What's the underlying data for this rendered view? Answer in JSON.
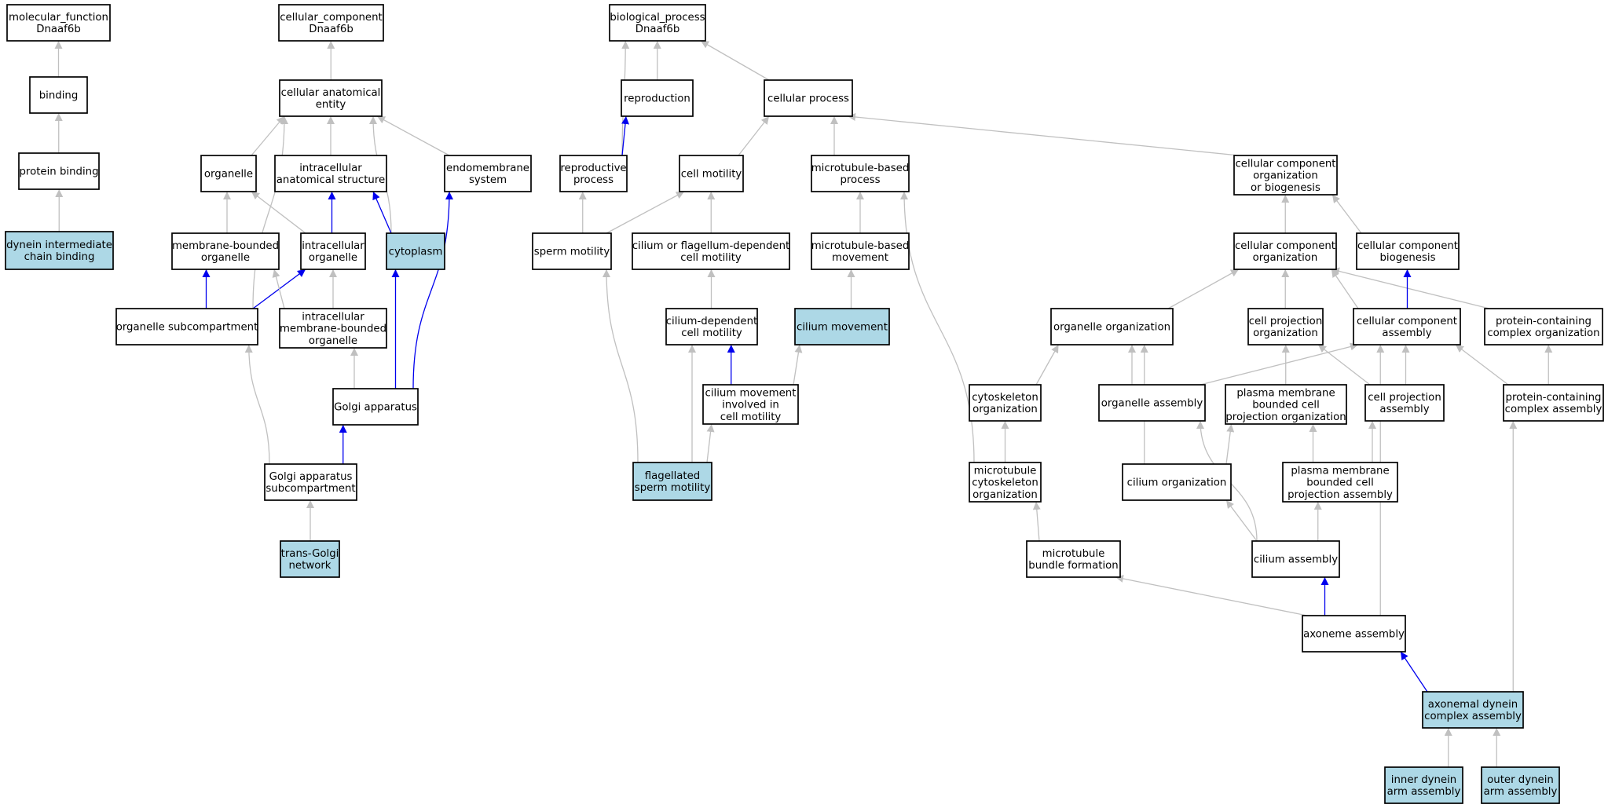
{
  "colors": {
    "highlight_fill": "#add8e6",
    "node_fill": "#ffffff",
    "edge_gray": "#c0c0c0",
    "edge_blue": "#0000ee"
  },
  "nodes": [
    {
      "id": "mf",
      "lines": [
        "molecular_function",
        "Dnaaf6b"
      ],
      "highlight": false
    },
    {
      "id": "binding",
      "lines": [
        "binding"
      ],
      "highlight": false
    },
    {
      "id": "protein_binding",
      "lines": [
        "protein binding"
      ],
      "highlight": false
    },
    {
      "id": "dynein_icb",
      "lines": [
        "dynein intermediate",
        "chain binding"
      ],
      "highlight": true
    },
    {
      "id": "cc",
      "lines": [
        "cellular_component",
        "Dnaaf6b"
      ],
      "highlight": false
    },
    {
      "id": "cae",
      "lines": [
        "cellular anatomical",
        "entity"
      ],
      "highlight": false
    },
    {
      "id": "organelle",
      "lines": [
        "organelle"
      ],
      "highlight": false
    },
    {
      "id": "ias",
      "lines": [
        "intracellular",
        "anatomical structure"
      ],
      "highlight": false
    },
    {
      "id": "endomembrane",
      "lines": [
        "endomembrane",
        "system"
      ],
      "highlight": false
    },
    {
      "id": "mbo",
      "lines": [
        "membrane-bounded",
        "organelle"
      ],
      "highlight": false
    },
    {
      "id": "io",
      "lines": [
        "intracellular",
        "organelle"
      ],
      "highlight": false
    },
    {
      "id": "cytoplasm",
      "lines": [
        "cytoplasm"
      ],
      "highlight": true
    },
    {
      "id": "osc",
      "lines": [
        "organelle subcompartment"
      ],
      "highlight": false
    },
    {
      "id": "imbo",
      "lines": [
        "intracellular",
        "membrane-bounded",
        "organelle"
      ],
      "highlight": false
    },
    {
      "id": "golgi",
      "lines": [
        "Golgi apparatus"
      ],
      "highlight": false
    },
    {
      "id": "golgi_sub",
      "lines": [
        "Golgi apparatus",
        "subcompartment"
      ],
      "highlight": false
    },
    {
      "id": "tgn",
      "lines": [
        "trans-Golgi",
        "network"
      ],
      "highlight": true
    },
    {
      "id": "bp",
      "lines": [
        "biological_process",
        "Dnaaf6b"
      ],
      "highlight": false
    },
    {
      "id": "reproduction",
      "lines": [
        "reproduction"
      ],
      "highlight": false
    },
    {
      "id": "cellular_process",
      "lines": [
        "cellular process"
      ],
      "highlight": false
    },
    {
      "id": "repro_process",
      "lines": [
        "reproductive",
        "process"
      ],
      "highlight": false
    },
    {
      "id": "cell_motility",
      "lines": [
        "cell motility"
      ],
      "highlight": false
    },
    {
      "id": "mt_process",
      "lines": [
        "microtubule-based",
        "process"
      ],
      "highlight": false
    },
    {
      "id": "cc_org_bio",
      "lines": [
        "cellular component",
        "organization",
        "or biogenesis"
      ],
      "highlight": false
    },
    {
      "id": "sperm_motility",
      "lines": [
        "sperm motility"
      ],
      "highlight": false
    },
    {
      "id": "cilium_flag_motility",
      "lines": [
        "cilium or flagellum-dependent",
        "cell motility"
      ],
      "highlight": false
    },
    {
      "id": "mt_movement",
      "lines": [
        "microtubule-based",
        "movement"
      ],
      "highlight": false
    },
    {
      "id": "cc_org",
      "lines": [
        "cellular component",
        "organization"
      ],
      "highlight": false
    },
    {
      "id": "cc_bio",
      "lines": [
        "cellular component",
        "biogenesis"
      ],
      "highlight": false
    },
    {
      "id": "cilium_dep_motility",
      "lines": [
        "cilium-dependent",
        "cell motility"
      ],
      "highlight": false
    },
    {
      "id": "cilium_movement",
      "lines": [
        "cilium movement"
      ],
      "highlight": true
    },
    {
      "id": "organelle_org",
      "lines": [
        "organelle organization"
      ],
      "highlight": false
    },
    {
      "id": "cp_org",
      "lines": [
        "cell projection",
        "organization"
      ],
      "highlight": false
    },
    {
      "id": "cc_assembly",
      "lines": [
        "cellular component",
        "assembly"
      ],
      "highlight": false
    },
    {
      "id": "pc_org",
      "lines": [
        "protein-containing",
        "complex organization"
      ],
      "highlight": false
    },
    {
      "id": "cm_motility",
      "lines": [
        "cilium movement",
        "involved in",
        "cell motility"
      ],
      "highlight": false
    },
    {
      "id": "cyto_org",
      "lines": [
        "cytoskeleton",
        "organization"
      ],
      "highlight": false
    },
    {
      "id": "organelle_assembly",
      "lines": [
        "organelle assembly"
      ],
      "highlight": false
    },
    {
      "id": "pmbcp_org",
      "lines": [
        "plasma membrane",
        "bounded cell",
        "projection organization"
      ],
      "highlight": false
    },
    {
      "id": "cp_assembly",
      "lines": [
        "cell projection",
        "assembly"
      ],
      "highlight": false
    },
    {
      "id": "pc_assembly",
      "lines": [
        "protein-containing",
        "complex assembly"
      ],
      "highlight": false
    },
    {
      "id": "flag_sperm",
      "lines": [
        "flagellated",
        "sperm motility"
      ],
      "highlight": true
    },
    {
      "id": "mt_cyto_org",
      "lines": [
        "microtubule",
        "cytoskeleton",
        "organization"
      ],
      "highlight": false
    },
    {
      "id": "cilium_org",
      "lines": [
        "cilium organization"
      ],
      "highlight": false
    },
    {
      "id": "pmbcp_assembly",
      "lines": [
        "plasma membrane",
        "bounded cell",
        "projection assembly"
      ],
      "highlight": false
    },
    {
      "id": "mt_bundle",
      "lines": [
        "microtubule",
        "bundle formation"
      ],
      "highlight": false
    },
    {
      "id": "cilium_assembly",
      "lines": [
        "cilium assembly"
      ],
      "highlight": false
    },
    {
      "id": "axoneme_assembly",
      "lines": [
        "axoneme assembly"
      ],
      "highlight": false
    },
    {
      "id": "axonemal_dca",
      "lines": [
        "axonemal dynein",
        "complex assembly"
      ],
      "highlight": true
    },
    {
      "id": "inner_dynein",
      "lines": [
        "inner dynein",
        "arm assembly"
      ],
      "highlight": true
    },
    {
      "id": "outer_dynein",
      "lines": [
        "outer dynein",
        "arm assembly"
      ],
      "highlight": true
    }
  ],
  "edges": [
    {
      "from": "binding",
      "to": "mf",
      "kind": "gray"
    },
    {
      "from": "protein_binding",
      "to": "binding",
      "kind": "gray"
    },
    {
      "from": "dynein_icb",
      "to": "protein_binding",
      "kind": "gray"
    },
    {
      "from": "cae",
      "to": "cc",
      "kind": "gray"
    },
    {
      "from": "organelle",
      "to": "cae",
      "kind": "gray"
    },
    {
      "from": "ias",
      "to": "cae",
      "kind": "gray"
    },
    {
      "from": "endomembrane",
      "to": "cae",
      "kind": "gray"
    },
    {
      "from": "cytoplasm",
      "to": "cae",
      "kind": "gray"
    },
    {
      "from": "osc",
      "to": "cae",
      "kind": "gray"
    },
    {
      "from": "mbo",
      "to": "organelle",
      "kind": "gray"
    },
    {
      "from": "io",
      "to": "organelle",
      "kind": "gray"
    },
    {
      "from": "io",
      "to": "ias",
      "kind": "blue"
    },
    {
      "from": "cytoplasm",
      "to": "ias",
      "kind": "blue"
    },
    {
      "from": "osc",
      "to": "mbo",
      "kind": "blue"
    },
    {
      "from": "osc",
      "to": "io",
      "kind": "blue"
    },
    {
      "from": "imbo",
      "to": "mbo",
      "kind": "gray"
    },
    {
      "from": "imbo",
      "to": "io",
      "kind": "gray"
    },
    {
      "from": "golgi",
      "to": "imbo",
      "kind": "gray"
    },
    {
      "from": "golgi",
      "to": "cytoplasm",
      "kind": "blue"
    },
    {
      "from": "golgi",
      "to": "endomembrane",
      "kind": "blue"
    },
    {
      "from": "golgi_sub",
      "to": "osc",
      "kind": "gray"
    },
    {
      "from": "golgi_sub",
      "to": "golgi",
      "kind": "blue"
    },
    {
      "from": "tgn",
      "to": "golgi_sub",
      "kind": "gray"
    },
    {
      "from": "reproduction",
      "to": "bp",
      "kind": "gray"
    },
    {
      "from": "cellular_process",
      "to": "bp",
      "kind": "gray"
    },
    {
      "from": "repro_process",
      "to": "bp",
      "kind": "gray"
    },
    {
      "from": "repro_process",
      "to": "reproduction",
      "kind": "blue"
    },
    {
      "from": "cell_motility",
      "to": "cellular_process",
      "kind": "gray"
    },
    {
      "from": "mt_process",
      "to": "cellular_process",
      "kind": "gray"
    },
    {
      "from": "cc_org_bio",
      "to": "cellular_process",
      "kind": "gray"
    },
    {
      "from": "sperm_motility",
      "to": "repro_process",
      "kind": "gray"
    },
    {
      "from": "sperm_motility",
      "to": "cell_motility",
      "kind": "gray"
    },
    {
      "from": "cilium_flag_motility",
      "to": "cell_motility",
      "kind": "gray"
    },
    {
      "from": "mt_movement",
      "to": "mt_process",
      "kind": "gray"
    },
    {
      "from": "cilium_dep_motility",
      "to": "cilium_flag_motility",
      "kind": "gray"
    },
    {
      "from": "cilium_movement",
      "to": "mt_movement",
      "kind": "gray"
    },
    {
      "from": "cm_motility",
      "to": "cilium_dep_motility",
      "kind": "blue"
    },
    {
      "from": "cm_motility",
      "to": "cilium_movement",
      "kind": "gray"
    },
    {
      "from": "flag_sperm",
      "to": "sperm_motility",
      "kind": "gray"
    },
    {
      "from": "flag_sperm",
      "to": "cilium_dep_motility",
      "kind": "gray"
    },
    {
      "from": "flag_sperm",
      "to": "cm_motility",
      "kind": "gray"
    },
    {
      "from": "cc_org",
      "to": "cc_org_bio",
      "kind": "gray"
    },
    {
      "from": "cc_bio",
      "to": "cc_org_bio",
      "kind": "gray"
    },
    {
      "from": "organelle_org",
      "to": "cc_org",
      "kind": "gray"
    },
    {
      "from": "cp_org",
      "to": "cc_org",
      "kind": "gray"
    },
    {
      "from": "cc_assembly",
      "to": "cc_org",
      "kind": "gray"
    },
    {
      "from": "pc_org",
      "to": "cc_org",
      "kind": "gray"
    },
    {
      "from": "cc_assembly",
      "to": "cc_bio",
      "kind": "blue"
    },
    {
      "from": "pc_assembly",
      "to": "pc_org",
      "kind": "gray"
    },
    {
      "from": "cyto_org",
      "to": "organelle_org",
      "kind": "gray"
    },
    {
      "from": "organelle_assembly",
      "to": "organelle_org",
      "kind": "gray"
    },
    {
      "from": "organelle_assembly",
      "to": "cc_assembly",
      "kind": "gray"
    },
    {
      "from": "cilium_org",
      "to": "organelle_org",
      "kind": "gray"
    },
    {
      "from": "pmbcp_org",
      "to": "cp_org",
      "kind": "gray"
    },
    {
      "from": "cp_assembly",
      "to": "cp_org",
      "kind": "gray"
    },
    {
      "from": "cp_assembly",
      "to": "cc_assembly",
      "kind": "gray"
    },
    {
      "from": "pc_assembly",
      "to": "cc_assembly",
      "kind": "gray"
    },
    {
      "from": "axoneme_assembly",
      "to": "cc_assembly",
      "kind": "gray"
    },
    {
      "from": "mt_cyto_org",
      "to": "cyto_org",
      "kind": "gray"
    },
    {
      "from": "mt_cyto_org",
      "to": "mt_process",
      "kind": "gray"
    },
    {
      "from": "cilium_org",
      "to": "pmbcp_org",
      "kind": "gray"
    },
    {
      "from": "pmbcp_assembly",
      "to": "pmbcp_org",
      "kind": "gray"
    },
    {
      "from": "pmbcp_assembly",
      "to": "cp_assembly",
      "kind": "gray"
    },
    {
      "from": "cilium_assembly",
      "to": "organelle_assembly",
      "kind": "gray"
    },
    {
      "from": "cilium_assembly",
      "to": "cilium_org",
      "kind": "gray"
    },
    {
      "from": "cilium_assembly",
      "to": "pmbcp_assembly",
      "kind": "gray"
    },
    {
      "from": "mt_bundle",
      "to": "mt_cyto_org",
      "kind": "gray"
    },
    {
      "from": "axoneme_assembly",
      "to": "mt_bundle",
      "kind": "gray"
    },
    {
      "from": "axoneme_assembly",
      "to": "cilium_assembly",
      "kind": "blue"
    },
    {
      "from": "axonemal_dca",
      "to": "axoneme_assembly",
      "kind": "blue"
    },
    {
      "from": "axonemal_dca",
      "to": "pc_assembly",
      "kind": "gray"
    },
    {
      "from": "inner_dynein",
      "to": "axonemal_dca",
      "kind": "gray"
    },
    {
      "from": "outer_dynein",
      "to": "axonemal_dca",
      "kind": "gray"
    }
  ]
}
